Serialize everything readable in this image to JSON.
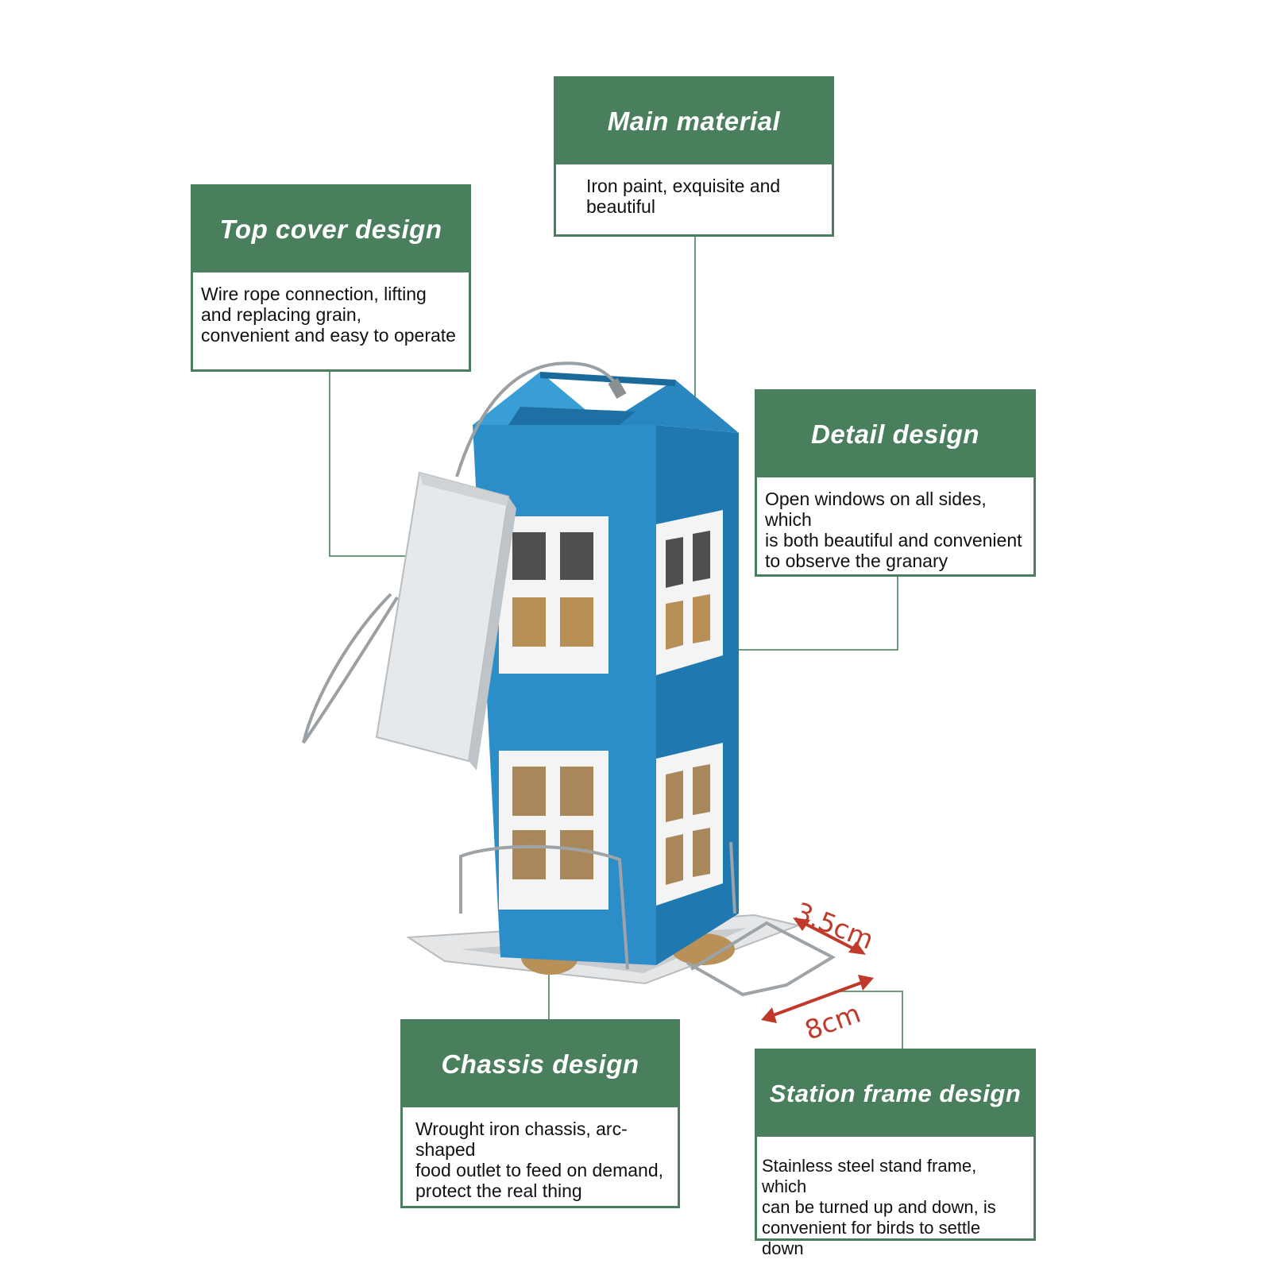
{
  "colors": {
    "panel_green": "#4a7f5d",
    "feeder_blue": "#2b8ec8",
    "lid_grey": "#d8dcdf",
    "dimension_red": "#c0392b"
  },
  "callouts": {
    "main_material": {
      "title": "Main material",
      "lines": [
        "Iron paint, exquisite and",
        "beautiful"
      ]
    },
    "top_cover": {
      "title": "Top cover design",
      "lines": [
        "Wire rope connection, lifting",
        "and replacing grain,",
        "convenient and easy to operate"
      ]
    },
    "detail": {
      "title": "Detail design",
      "lines": [
        "Open windows on all sides, which",
        "is both beautiful and convenient",
        "to observe the granary"
      ]
    },
    "chassis": {
      "title": "Chassis design",
      "lines": [
        "Wrought iron chassis, arc-shaped",
        "food outlet to feed on demand,",
        "protect the real thing"
      ]
    },
    "station_frame": {
      "title": "Station frame design",
      "lines": [
        "Stainless steel stand frame, which",
        "can be turned up and down, is",
        "convenient for birds to settle down"
      ]
    }
  },
  "dimensions": {
    "frame_width": "3.5cm",
    "frame_length": "8cm"
  }
}
